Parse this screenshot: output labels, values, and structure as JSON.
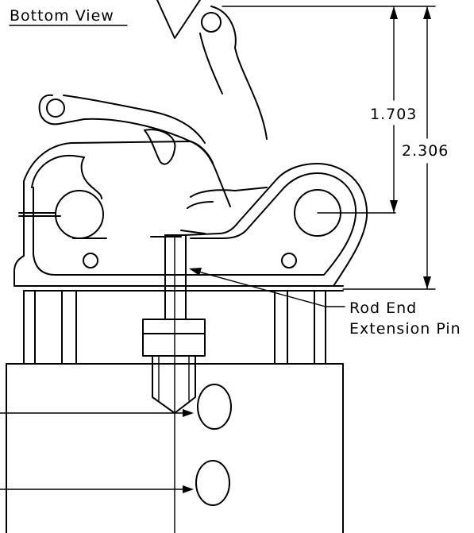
{
  "view_title": "Bottom View",
  "dimensions": {
    "dim_inner": "1.703",
    "dim_outer": "2.306"
  },
  "callout": {
    "line1": "Rod End",
    "line2": "Extension Pin"
  },
  "colors": {
    "ink": "#000000",
    "background": "#ffffff"
  }
}
